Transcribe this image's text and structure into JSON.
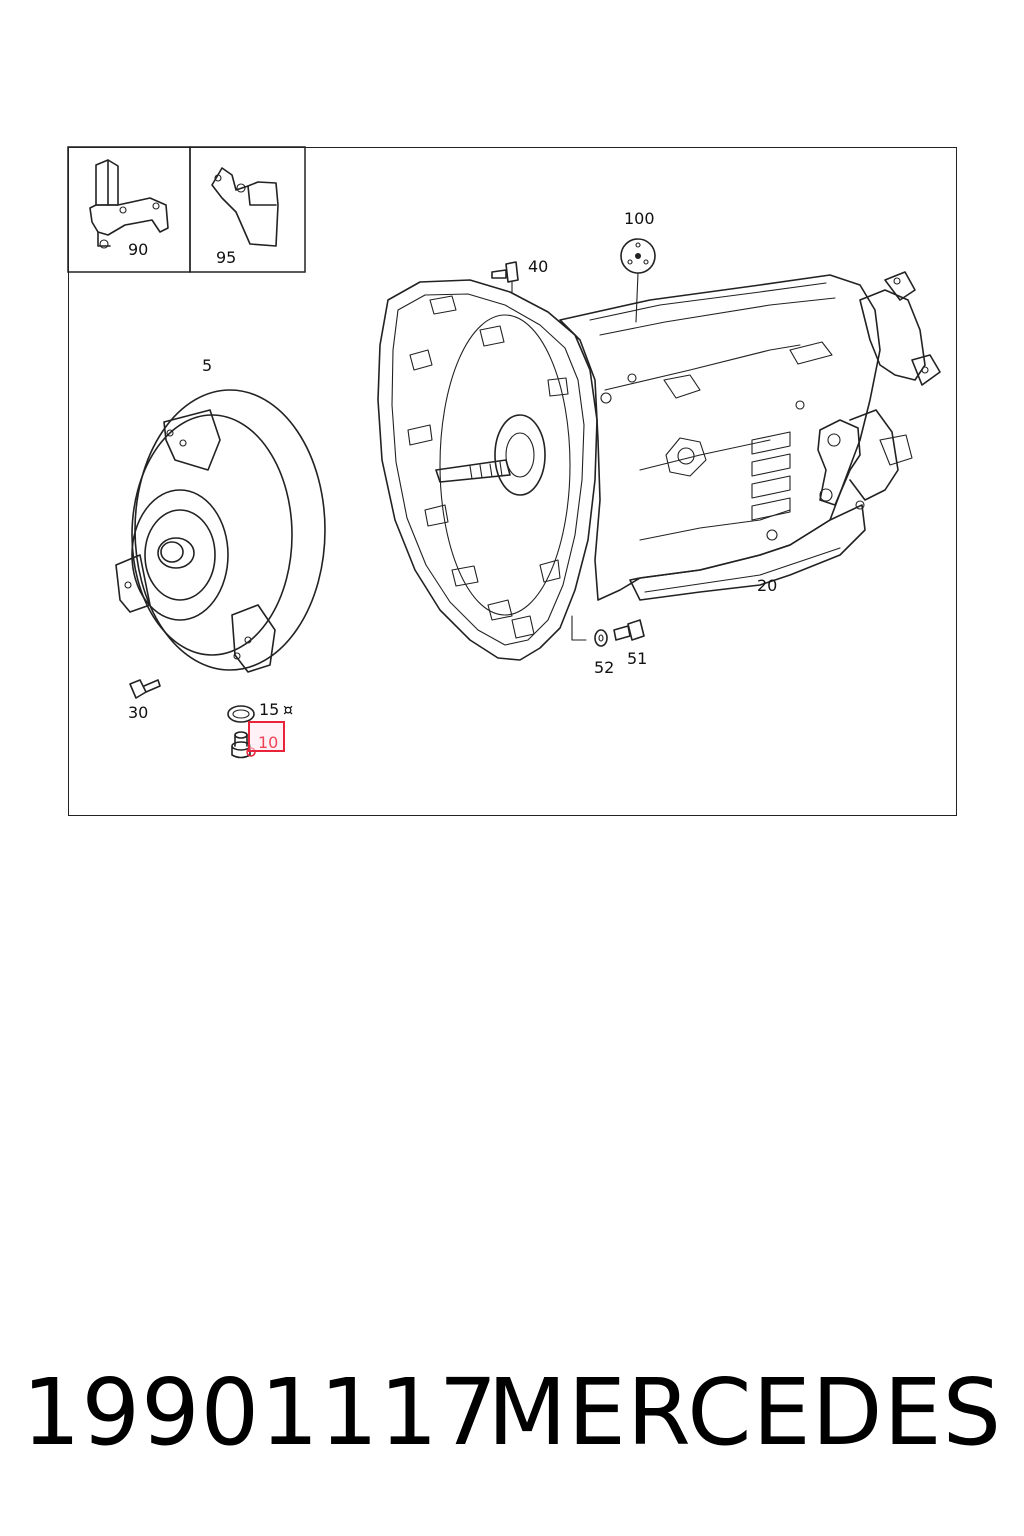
{
  "diagram": {
    "labels": {
      "p90": "90",
      "p95": "95",
      "p100": "100",
      "p40": "40",
      "p5": "5",
      "p20": "20",
      "p52": "52",
      "p51": "51",
      "p30": "30",
      "p15": "15",
      "p15_mark": "¤",
      "p10": "10"
    },
    "highlight_color": "#e8233a"
  },
  "footer": {
    "part_number": "19901117",
    "brand": "MERCEDES"
  }
}
